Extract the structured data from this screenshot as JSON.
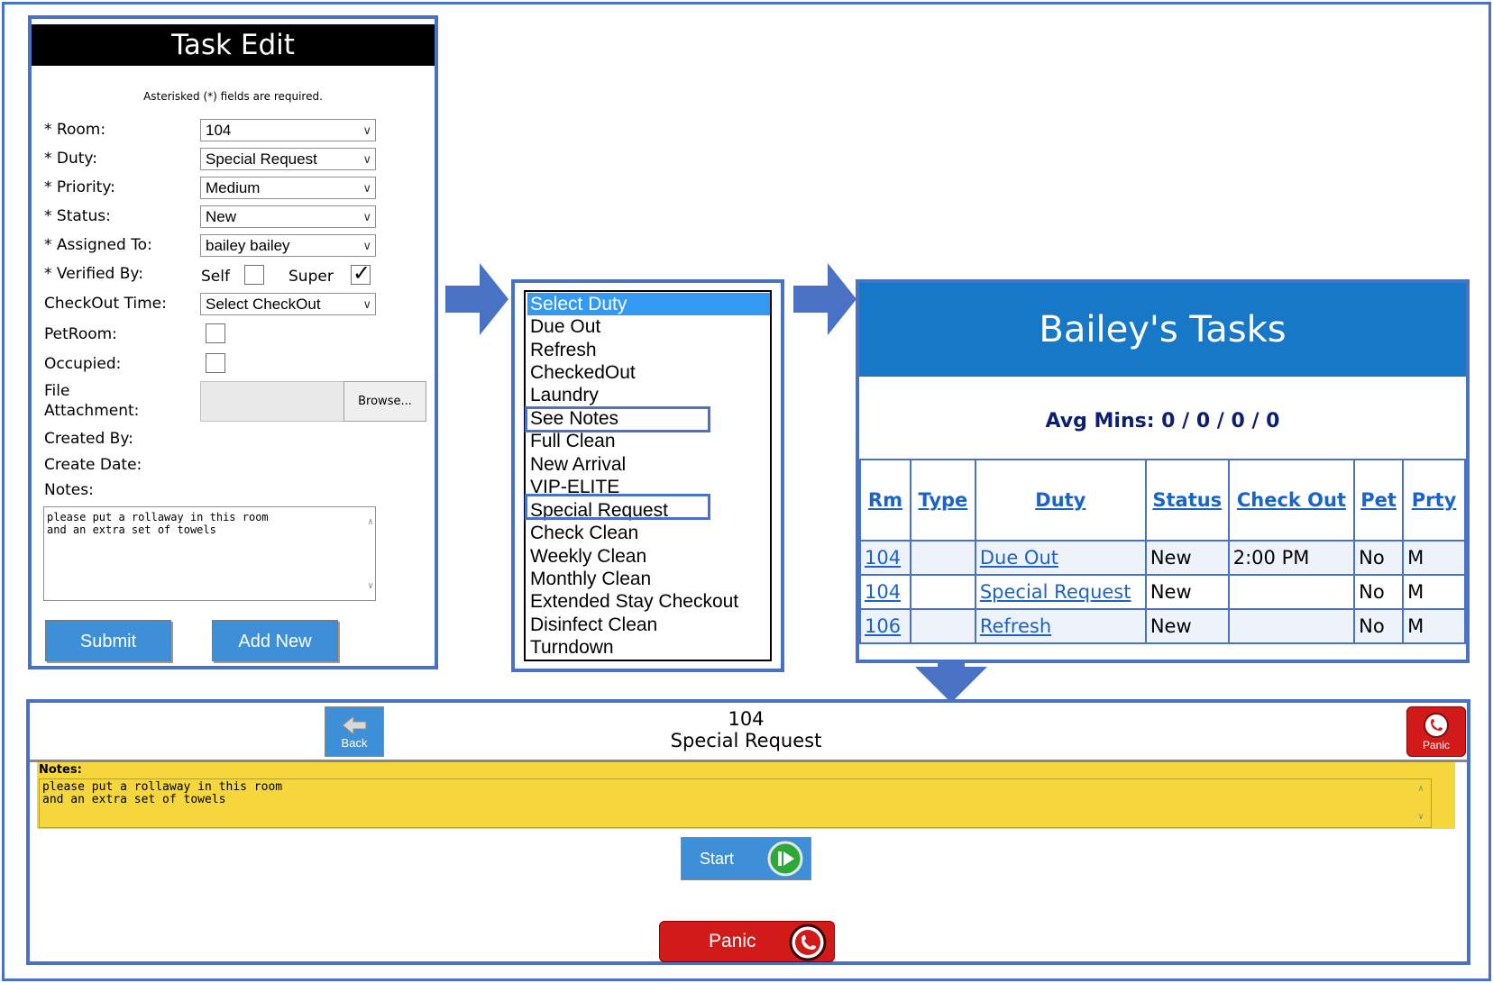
{
  "task_edit": {
    "title": "Task Edit",
    "required_note": "Asterisked (*) fields are required.",
    "fields": {
      "room_label": "* Room:",
      "room_value": "104",
      "duty_label": "* Duty:",
      "duty_value": "Special Request",
      "priority_label": "* Priority:",
      "priority_value": "Medium",
      "status_label": "* Status:",
      "status_value": "New",
      "assigned_label": "* Assigned To:",
      "assigned_value": "bailey bailey",
      "verified_label": "* Verified By:",
      "self_label": "Self",
      "super_label": "Super",
      "checkout_label": "CheckOut Time:",
      "checkout_value": "Select CheckOut",
      "petroom_label": "PetRoom:",
      "occupied_label": "Occupied:",
      "file_label_1": "File",
      "file_label_2": "Attachment:",
      "browse_label": "Browse...",
      "created_by_label": "Created By:",
      "create_date_label": "Create Date:",
      "notes_label": "Notes:",
      "notes_value": "please put a rollaway in this room\nand an extra set of towels"
    },
    "self_checked": false,
    "super_checked": true,
    "submit_label": "Submit",
    "add_new_label": "Add New"
  },
  "duty_list": {
    "items": [
      "Select Duty",
      "Due Out",
      "Refresh",
      "CheckedOut",
      "Laundry",
      "See Notes",
      "Full Clean",
      "New Arrival",
      "VIP-ELITE",
      "Special Request",
      "Check Clean",
      "Weekly Clean",
      "Monthly Clean",
      "Extended Stay Checkout",
      "Disinfect Clean",
      "Turndown"
    ],
    "selected": "Select Duty",
    "highlighted": [
      "See Notes",
      "Special Request"
    ]
  },
  "baileys_tasks": {
    "title": "Bailey's Tasks",
    "avg_mins": "Avg Mins: 0 / 0 / 0 / 0",
    "columns": [
      "Rm",
      "Type",
      "Duty",
      "Status",
      "Check Out",
      "Pet",
      "Prty"
    ],
    "rows": [
      {
        "rm": "104",
        "type": "",
        "duty": "Due Out",
        "status": "New",
        "checkout": "2:00 PM",
        "pet": "No",
        "prty": "M"
      },
      {
        "rm": "104",
        "type": "",
        "duty": "Special Request",
        "status": "New",
        "checkout": "",
        "pet": "No",
        "prty": "M"
      },
      {
        "rm": "106",
        "type": "",
        "duty": "Refresh",
        "status": "New",
        "checkout": "",
        "pet": "No",
        "prty": "M"
      }
    ]
  },
  "task_detail": {
    "back_label": "Back",
    "room": "104",
    "duty": "Special Request",
    "panic_small_label": "Panic",
    "notes_label": "Notes:",
    "notes_value": "please put a rollaway in this room\nand an extra set of towels",
    "start_label": "Start",
    "panic_label": "Panic"
  },
  "colors": {
    "frame_blue": "#4a72c4",
    "button_blue": "#3d8fd8",
    "header_blue": "#1878c8",
    "notes_yellow": "#f5d63d",
    "panic_red": "#d21a18"
  }
}
